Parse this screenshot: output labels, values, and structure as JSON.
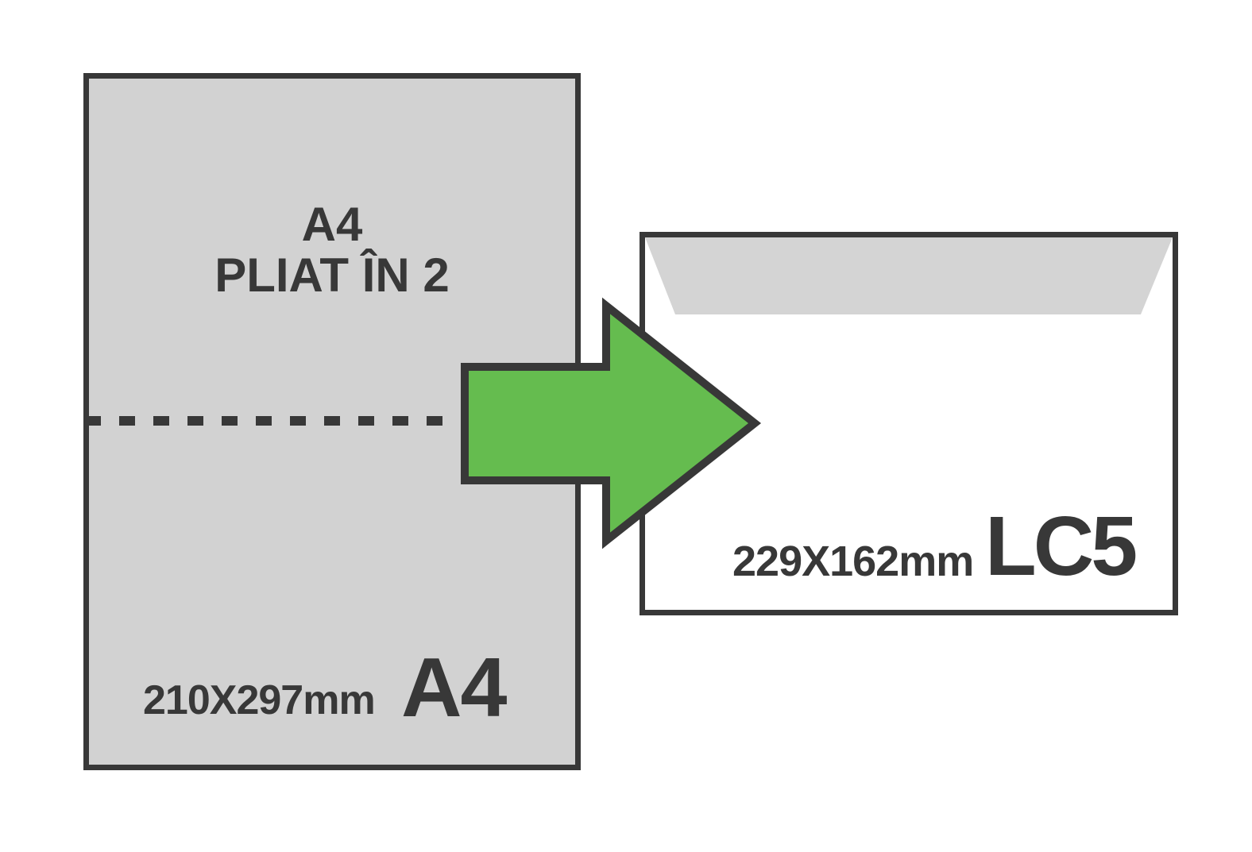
{
  "sheet": {
    "label_line1": "A4",
    "label_line2": "PLIAT ÎN 2",
    "dimensions": "210X297mm",
    "format": "A4"
  },
  "envelope": {
    "dimensions": "229X162mm",
    "format": "LC5"
  },
  "arrow": {
    "icon": "arrow-right",
    "fill": "#65bc4f"
  },
  "colors": {
    "background": "#ffffff",
    "sheet_fill": "#d2d2d2",
    "flap_fill": "#d4d4d4",
    "outline": "#383838",
    "text": "#383838"
  }
}
